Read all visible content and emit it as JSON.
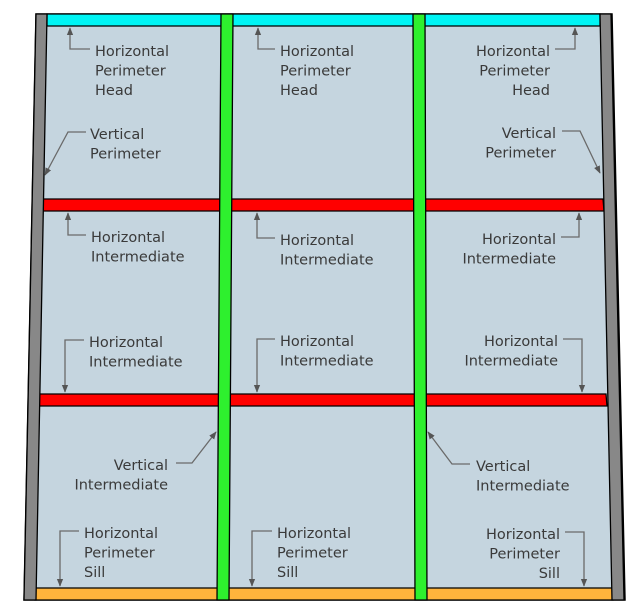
{
  "title": "Curtain wall framing members",
  "colors": {
    "glass": "#c5d5df",
    "perimeter_vertical": "#888888",
    "perimeter_head": "#00f5f5",
    "intermediate_horizontal": "#ff0000",
    "intermediate_vertical": "#2ef02e",
    "perimeter_sill": "#ffb43c",
    "text": "#3a3a3a"
  },
  "labels": [
    {
      "id": "head-left",
      "lines": [
        "Horizontal",
        "Perimeter",
        "Head"
      ]
    },
    {
      "id": "head-middle",
      "lines": [
        "Horizontal",
        "Perimeter",
        "Head"
      ]
    },
    {
      "id": "head-right",
      "lines": [
        "Horizontal",
        "Perimeter",
        "Head"
      ]
    },
    {
      "id": "vertical-perimeter-left",
      "lines": [
        "Vertical",
        "Perimeter"
      ]
    },
    {
      "id": "vertical-perimeter-right",
      "lines": [
        "Vertical",
        "Perimeter"
      ]
    },
    {
      "id": "intermediate-upper-left",
      "lines": [
        "Horizontal",
        "Intermediate"
      ]
    },
    {
      "id": "intermediate-upper-middle",
      "lines": [
        "Horizontal",
        "Intermediate"
      ]
    },
    {
      "id": "intermediate-upper-right",
      "lines": [
        "Horizontal",
        "Intermediate"
      ]
    },
    {
      "id": "intermediate-lower-left",
      "lines": [
        "Horizontal",
        "Intermediate"
      ]
    },
    {
      "id": "intermediate-lower-middle",
      "lines": [
        "Horizontal",
        "Intermediate"
      ]
    },
    {
      "id": "intermediate-lower-right",
      "lines": [
        "Horizontal",
        "Intermediate"
      ]
    },
    {
      "id": "vertical-intermediate-left",
      "lines": [
        "Vertical",
        "Intermediate"
      ]
    },
    {
      "id": "vertical-intermediate-right",
      "lines": [
        "Vertical",
        "Intermediate"
      ]
    },
    {
      "id": "sill-left",
      "lines": [
        "Horizontal",
        "Perimeter",
        "Sill"
      ]
    },
    {
      "id": "sill-middle",
      "lines": [
        "Horizontal",
        "Perimeter",
        "Sill"
      ]
    },
    {
      "id": "sill-right",
      "lines": [
        "Horizontal",
        "Perimeter",
        "Sill"
      ]
    }
  ]
}
